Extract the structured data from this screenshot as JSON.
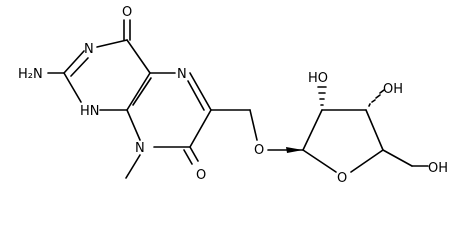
{
  "molecule": {
    "atom_labels": {
      "o_top": "O",
      "n3": "N",
      "nh2": "H₂N",
      "n1h": "HN",
      "n5": "N",
      "n8": "N",
      "o_c7": "O",
      "o_ether": "O",
      "ring_o": "O",
      "oh_2": "HO",
      "oh_3": "OH",
      "oh_5": "OH"
    },
    "colors": {
      "bond": "#000000",
      "text": "#000000",
      "background": "#ffffff"
    }
  }
}
